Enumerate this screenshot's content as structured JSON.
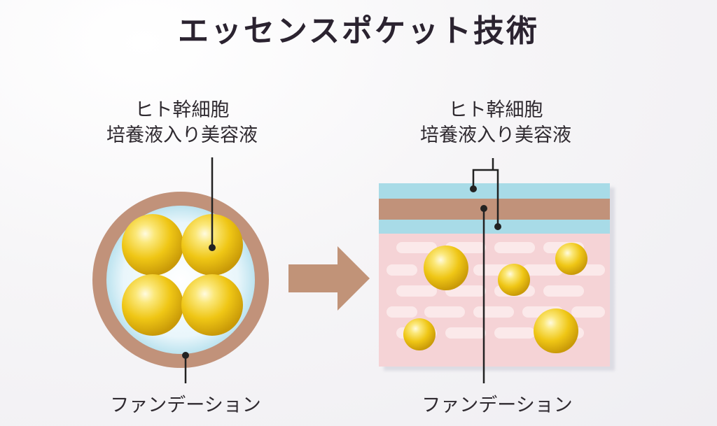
{
  "title": "エッセンスポケット技術",
  "left": {
    "essence_label_line1": "ヒト幹細胞",
    "essence_label_line2": "培養液入り美容液",
    "foundation_label": "ファンデーション"
  },
  "right": {
    "essence_label_line1": "ヒト幹細胞",
    "essence_label_line2": "培養液入り美容液",
    "foundation_label": "ファンデーション"
  },
  "colors": {
    "foundation_brown": "#c1927a",
    "skin_blue": "#a8dbe7",
    "skin_pink": "#f5d3d6",
    "droplet_yellow": "#f2cf1c",
    "arrow": "#c19378"
  }
}
